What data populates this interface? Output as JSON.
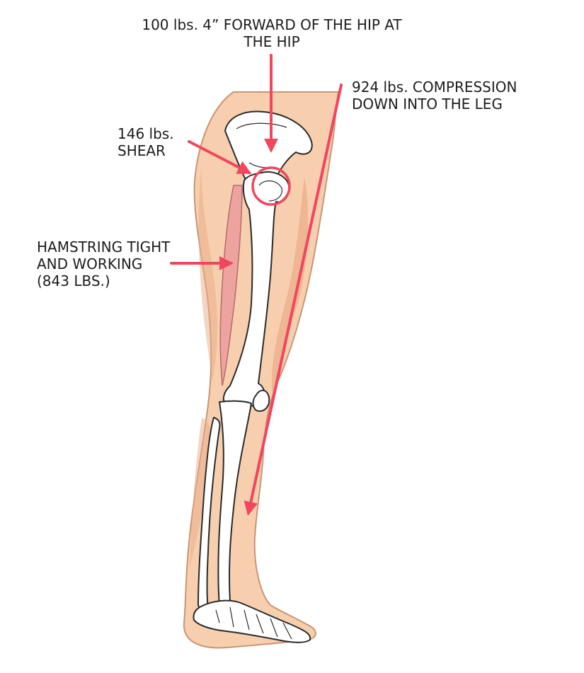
{
  "labels": {
    "hip_load_line1": "100 lbs. 4” FORWARD OF THE HIP AT",
    "hip_load_line2": "THE HIP",
    "compression_line1": "924 lbs. COMPRESSION",
    "compression_line2": "DOWN INTO THE LEG",
    "shear_line1": "146 lbs.",
    "shear_line2": "SHEAR",
    "hamstring_line1": "HAMSTRING TIGHT",
    "hamstring_line2": "AND WORKING",
    "hamstring_line3": "(843 LBS.)"
  },
  "colors": {
    "arrow": "#f2455e",
    "skin": "#f7cfae",
    "skin_shadow": "#e9ab88",
    "skin_outline": "#c89574",
    "hamstring": "#eda4a0",
    "bone": "#ffffff",
    "bone_outline": "#2a2a2a",
    "text": "#1c1c1c"
  }
}
